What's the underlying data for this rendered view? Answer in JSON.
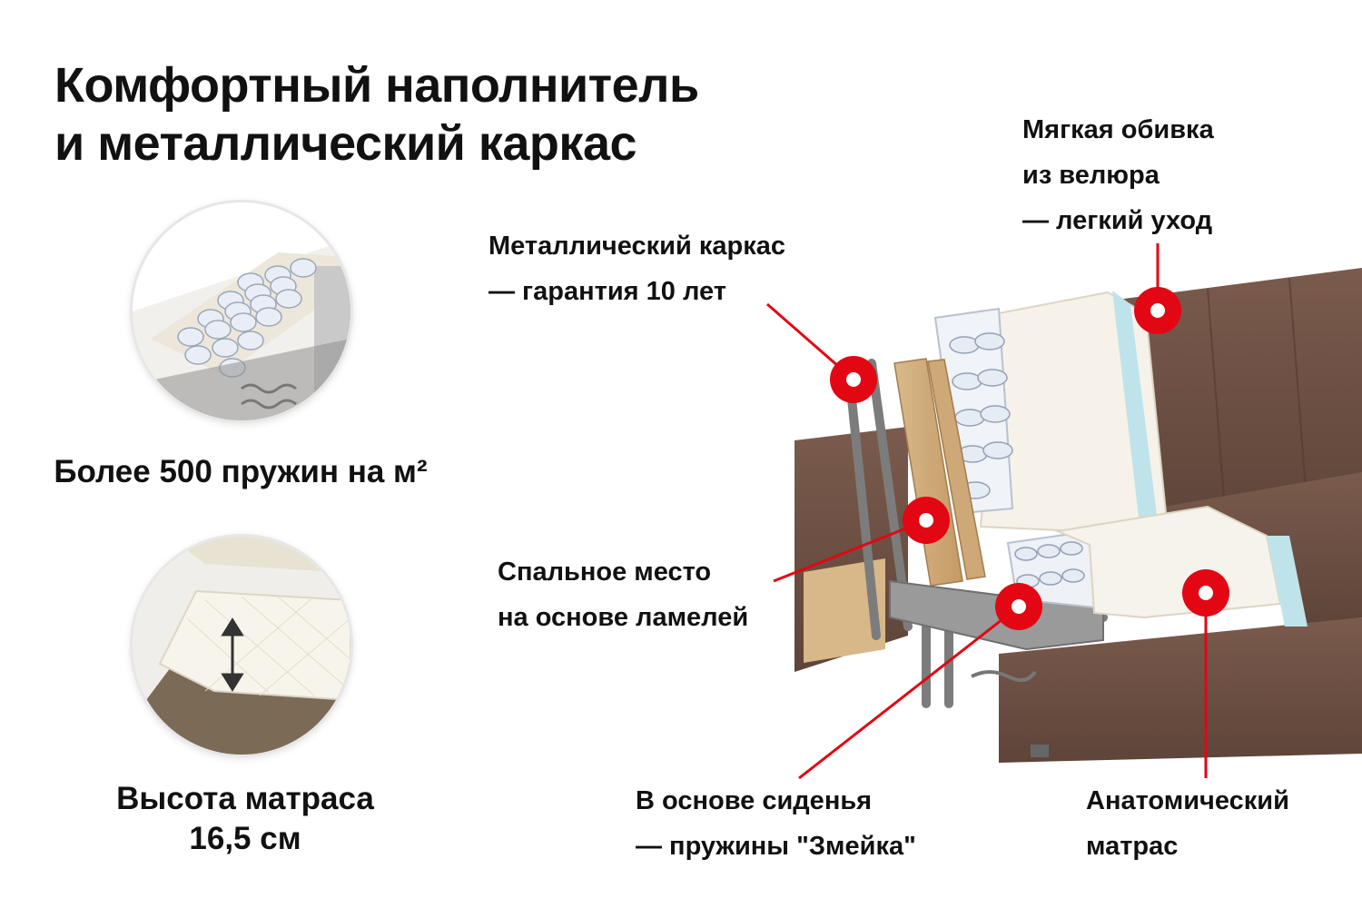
{
  "title": {
    "line1": "Комфортный наполнитель",
    "line2": "и металлический каркас"
  },
  "features": [
    {
      "icon": "pocket-spring-block-icon",
      "caption": "Более 500 пружин на м²"
    },
    {
      "icon": "mattress-height-icon",
      "caption_line1": "Высота матраса",
      "caption_line2": "16,5 см"
    }
  ],
  "callouts": {
    "upholstery": {
      "line1": "Мягкая обивка",
      "line2": "из велюра",
      "line3": "— легкий уход"
    },
    "frame": {
      "line1": "Металлический каркас",
      "line2": "— гарантия 10 лет"
    },
    "slats": {
      "line1": "Спальное место",
      "line2": "на основе ламелей"
    },
    "snake_springs": {
      "line1": "В основе сиденья",
      "line2": "— пружины \"Змейка\""
    },
    "mattress": {
      "line1": "Анатомический",
      "line2": "матрас"
    }
  },
  "colors": {
    "accent": "#e30613",
    "upholstery": "#6e5245",
    "foam": "#f4f1ea",
    "text": "#111111"
  }
}
